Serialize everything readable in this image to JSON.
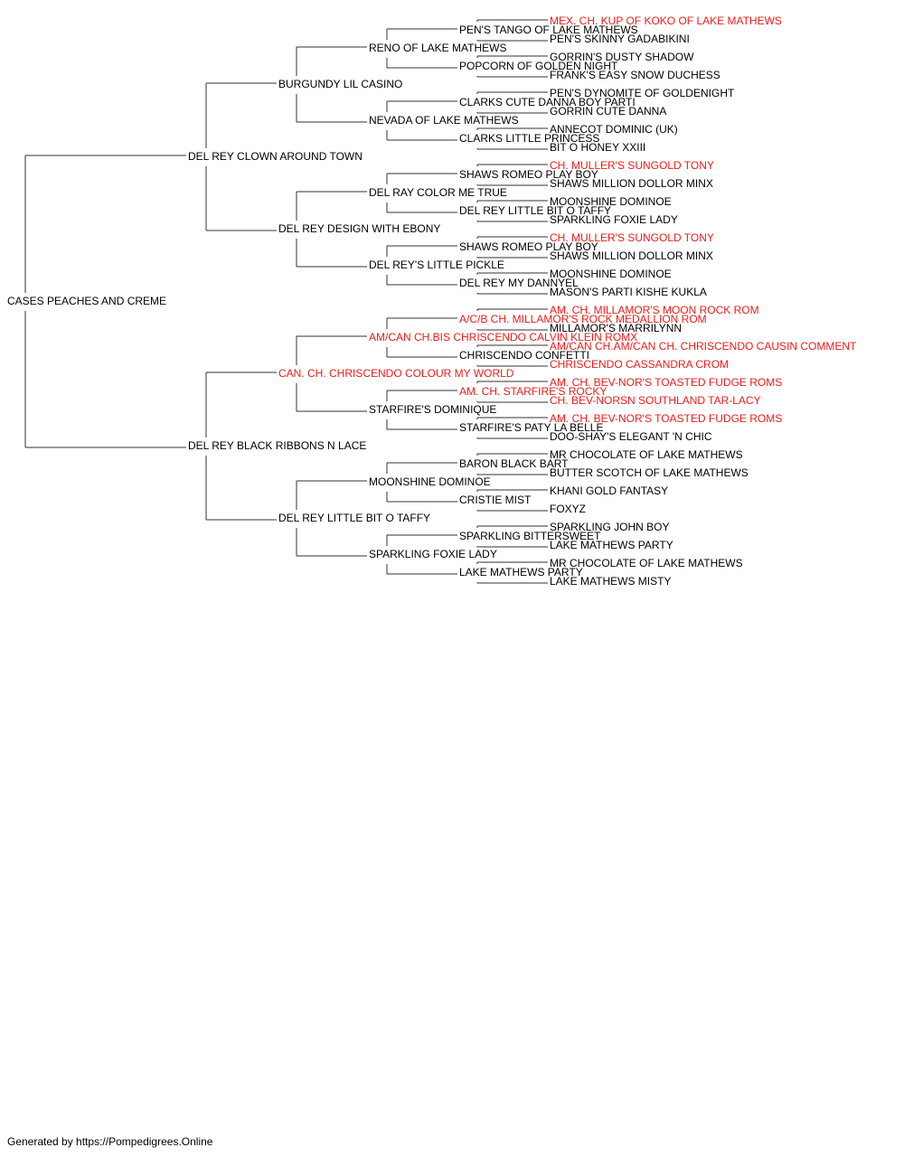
{
  "colors": {
    "normal": "#000000",
    "champion": "#e8201d",
    "line": "#333333"
  },
  "pedigree": {
    "name": "CASES PEACHES AND CREME",
    "parents": [
      {
        "name": "DEL REY CLOWN AROUND TOWN",
        "parents": [
          {
            "name": "BURGUNDY LIL CASINO",
            "parents": [
              {
                "name": "RENO OF LAKE MATHEWS",
                "parents": [
                  {
                    "name": "PEN'S TANGO OF LAKE MATHEWS",
                    "parents": [
                      {
                        "name": "MEX. CH. KUP OF KOKO OF LAKE MATHEWS",
                        "champion": true
                      },
                      {
                        "name": "PEN'S SKINNY GADABIKINI"
                      }
                    ]
                  },
                  {
                    "name": "POPCORN OF GOLDEN NIGHT",
                    "parents": [
                      {
                        "name": "GORRIN'S DUSTY SHADOW"
                      },
                      {
                        "name": "FRANK'S EASY SNOW DUCHESS"
                      }
                    ]
                  }
                ]
              },
              {
                "name": "NEVADA OF LAKE MATHEWS",
                "parents": [
                  {
                    "name": "CLARKS CUTE DANNA BOY PARTI",
                    "parents": [
                      {
                        "name": "PEN'S DYNOMITE OF GOLDENIGHT"
                      },
                      {
                        "name": "GORRIN CUTE DANNA"
                      }
                    ]
                  },
                  {
                    "name": "CLARKS LITTLE PRINCESS",
                    "parents": [
                      {
                        "name": "ANNECOT DOMINIC (UK)"
                      },
                      {
                        "name": "BIT O HONEY XXIII"
                      }
                    ]
                  }
                ]
              }
            ]
          },
          {
            "name": "DEL REY DESIGN WITH EBONY",
            "parents": [
              {
                "name": "DEL RAY COLOR ME TRUE",
                "parents": [
                  {
                    "name": "SHAWS ROMEO PLAY BOY",
                    "parents": [
                      {
                        "name": "CH. MULLER'S SUNGOLD TONY",
                        "champion": true
                      },
                      {
                        "name": "SHAWS MILLION DOLLOR MINX"
                      }
                    ]
                  },
                  {
                    "name": "DEL REY LITTLE BIT O TAFFY",
                    "parents": [
                      {
                        "name": "MOONSHINE DOMINOE"
                      },
                      {
                        "name": "SPARKLING FOXIE LADY"
                      }
                    ]
                  }
                ]
              },
              {
                "name": "DEL REY'S LITTLE PICKLE",
                "parents": [
                  {
                    "name": "SHAWS ROMEO PLAY BOY",
                    "parents": [
                      {
                        "name": "CH. MULLER'S SUNGOLD TONY",
                        "champion": true
                      },
                      {
                        "name": "SHAWS MILLION DOLLOR MINX"
                      }
                    ]
                  },
                  {
                    "name": "DEL REY MY DANNYEL",
                    "parents": [
                      {
                        "name": "MOONSHINE DOMINOE"
                      },
                      {
                        "name": "MASON'S PARTI KISHE KUKLA"
                      }
                    ]
                  }
                ]
              }
            ]
          }
        ]
      },
      {
        "name": "DEL REY BLACK RIBBONS N LACE",
        "parents": [
          {
            "name": "CAN. CH. CHRISCENDO COLOUR MY WORLD",
            "champion": true,
            "parents": [
              {
                "name": "AM/CAN CH.BIS CHRISCENDO CALVIN KLEIN ROMX",
                "champion": true,
                "parents": [
                  {
                    "name": "A/C/B CH. MILLAMOR'S ROCK MEDALLION ROM",
                    "champion": true,
                    "parents": [
                      {
                        "name": "AM. CH. MILLAMOR'S MOON ROCK ROM",
                        "champion": true
                      },
                      {
                        "name": "MILLAMOR'S MARRILYNN"
                      }
                    ]
                  },
                  {
                    "name": "CHRISCENDO CONFETTI",
                    "parents": [
                      {
                        "name": "AM/CAN CH.AM/CAN CH. CHRISCENDO CAUSIN COMMENT",
                        "champion": true
                      },
                      {
                        "name": "CHRISCENDO CASSANDRA CROM",
                        "champion": true
                      }
                    ]
                  }
                ]
              },
              {
                "name": "STARFIRE'S DOMINIQUE",
                "parents": [
                  {
                    "name": "AM. CH. STARFIRE'S ROCKY",
                    "champion": true,
                    "parents": [
                      {
                        "name": "AM. CH. BEV-NOR'S TOASTED FUDGE ROMS",
                        "champion": true
                      },
                      {
                        "name": "CH. BEV-NORSN SOUTHLAND TAR-LACY",
                        "champion": true
                      }
                    ]
                  },
                  {
                    "name": "STARFIRE'S PATY LA BELLE",
                    "parents": [
                      {
                        "name": "AM. CH. BEV-NOR'S TOASTED FUDGE ROMS",
                        "champion": true
                      },
                      {
                        "name": "DOO-SHAY'S ELEGANT 'N CHIC"
                      }
                    ]
                  }
                ]
              }
            ]
          },
          {
            "name": "DEL REY LITTLE BIT O TAFFY",
            "parents": [
              {
                "name": "MOONSHINE DOMINOE",
                "parents": [
                  {
                    "name": "BARON BLACK BART",
                    "parents": [
                      {
                        "name": "MR CHOCOLATE OF LAKE MATHEWS"
                      },
                      {
                        "name": "BUTTER SCOTCH OF LAKE MATHEWS"
                      }
                    ]
                  },
                  {
                    "name": "CRISTIE MIST",
                    "parents": [
                      {
                        "name": "KHANI GOLD FANTASY"
                      },
                      {
                        "name": "FOXYZ"
                      }
                    ]
                  }
                ]
              },
              {
                "name": "SPARKLING FOXIE LADY",
                "parents": [
                  {
                    "name": "SPARKLING BITTERSWEET",
                    "parents": [
                      {
                        "name": "SPARKLING JOHN BOY"
                      },
                      {
                        "name": "LAKE MATHEWS PARTY"
                      }
                    ]
                  },
                  {
                    "name": "LAKE MATHEWS PARTY",
                    "parents": [
                      {
                        "name": "MR CHOCOLATE OF LAKE MATHEWS"
                      },
                      {
                        "name": "LAKE MATHEWS MISTY"
                      }
                    ]
                  }
                ]
              }
            ]
          }
        ]
      }
    ]
  },
  "footer": {
    "text": "Generated by https://Pompedigrees.Online"
  }
}
